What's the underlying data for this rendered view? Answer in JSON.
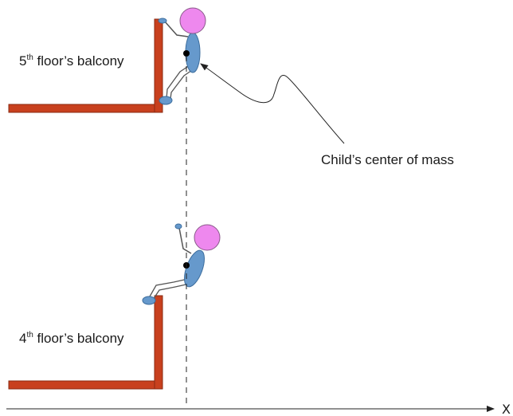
{
  "labels": {
    "balcony_5_num": "5",
    "balcony_5_sup": "th",
    "balcony_5_rest": " floor’s balcony",
    "balcony_4_num": "4",
    "balcony_4_sup": "th",
    "balcony_4_rest": " floor’s balcony",
    "center_of_mass": "Child’s center of mass",
    "x_axis": "X"
  },
  "colors": {
    "balcony": "#c8401e",
    "balcony_edge": "#8a2a12",
    "head": "#ee88ee",
    "head_edge": "#8a5a8a",
    "body": "#6699cc",
    "body_edge": "#3d6e9e",
    "limb_edge": "#555555",
    "line": "#222222"
  }
}
